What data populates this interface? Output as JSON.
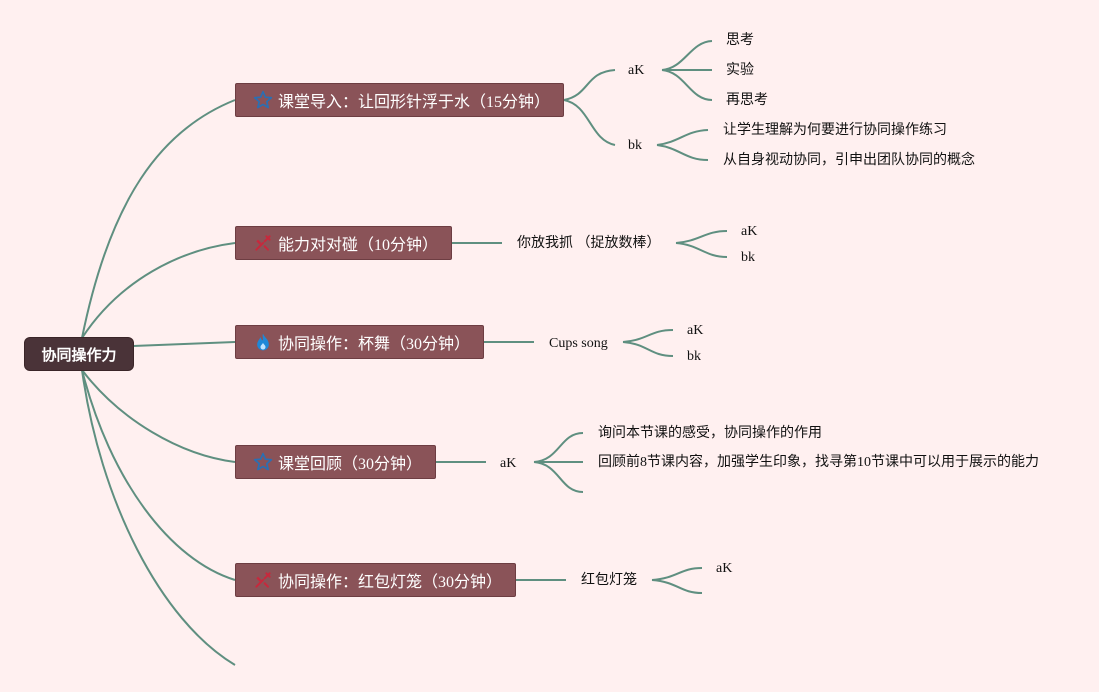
{
  "root": {
    "label": "协同操作力"
  },
  "topics": [
    {
      "label": "课堂导入：让回形针浮于水（15分钟）",
      "icon": "star-outline-icon",
      "branches": [
        {
          "label": "aK",
          "children": [
            "思考",
            "实验",
            "再思考"
          ]
        },
        {
          "label": "bk",
          "children": [
            "让学生理解为何要进行协同操作练习",
            "从自身视动协同，引申出团队协同的概念"
          ]
        }
      ]
    },
    {
      "label": "能力对对碰（10分钟）",
      "icon": "tools-icon",
      "branches": [
        {
          "label": "你放我抓 （捉放数棒）",
          "children": [
            "aK",
            "bk"
          ]
        }
      ]
    },
    {
      "label": "协同操作：杯舞（30分钟）",
      "icon": "flame-icon",
      "branches": [
        {
          "label": "Cups song",
          "children": [
            "aK",
            "bk"
          ]
        }
      ]
    },
    {
      "label": "课堂回顾（30分钟）",
      "icon": "star-outline-icon",
      "branches": [
        {
          "label": "aK",
          "children": [
            "询问本节课的感受，协同操作的作用",
            "回顾前8节课内容，加强学生印象，找寻第10节课中可以用于展示的能力",
            ""
          ]
        }
      ]
    },
    {
      "label": "协同操作：红包灯笼（30分钟）",
      "icon": "tools-icon",
      "branches": [
        {
          "label": "红包灯笼",
          "children": [
            "aK",
            ""
          ]
        }
      ]
    }
  ],
  "colors": {
    "background": "#fff0f0",
    "line": "#5f8f80",
    "topic_fill": "#8a5358",
    "root_fill": "#4a3338",
    "star_icon": "#2a6fb3",
    "tools_icon": "#c8283c",
    "flame_icon": "#1e88d8"
  }
}
